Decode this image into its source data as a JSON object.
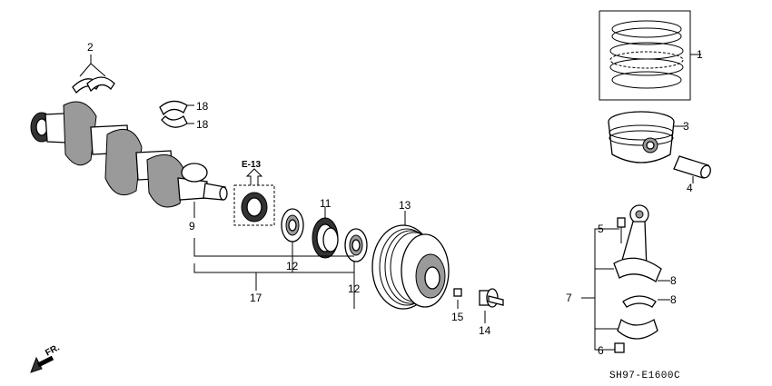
{
  "callouts": {
    "c1": "1",
    "c2": "2",
    "c3": "3",
    "c4": "4",
    "c5": "5",
    "c6": "6",
    "c7": "7",
    "c8a": "8",
    "c8b": "8",
    "c9": "9",
    "c11": "11",
    "c12a": "12",
    "c12b": "12",
    "c13": "13",
    "c14": "14",
    "c15": "15",
    "c17": "17",
    "c18a": "18",
    "c18b": "18"
  },
  "reference": "E-13",
  "direction_label": "FR.",
  "diagram_code": "SH97-E1600C"
}
